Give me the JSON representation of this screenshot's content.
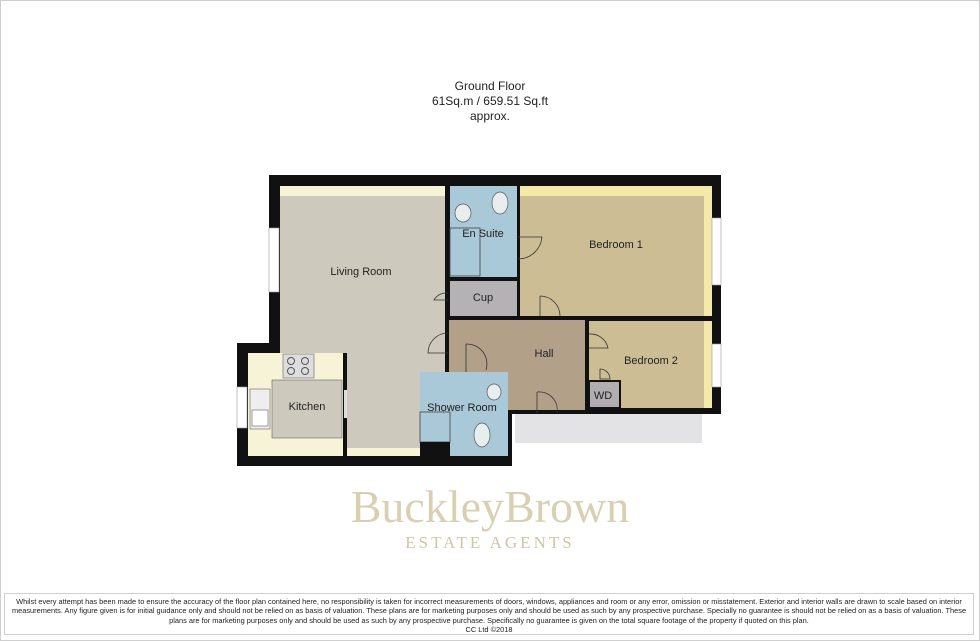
{
  "header": {
    "floor_name": "Ground Floor",
    "area": "61Sq.m / 659.51 Sq.ft",
    "approx": "approx."
  },
  "rooms": {
    "living_room": "Living Room",
    "en_suite": "En Suite",
    "bedroom_1": "Bedroom 1",
    "cup": "Cup",
    "hall": "Hall",
    "bedroom_2": "Bedroom 2",
    "kitchen": "Kitchen",
    "shower_room": "Shower Room",
    "wd": "WD"
  },
  "watermark": {
    "brand": "BuckleyBrown",
    "tagline": "ESTATE AGENTS"
  },
  "colors": {
    "wall": "#111111",
    "living": "#cdc9bc",
    "bathroom": "#a9c8d8",
    "bedroom": "#cdbd95",
    "hall": "#b3a089",
    "cupboard": "#b4b2b5",
    "cream": "#f6f3d6"
  },
  "footer": {
    "disclaimer": "Whilst every attempt has been made to ensure the accuracy of the floor plan contained here, no responsibility is taken for incorrect measurements of doors, windows, appliances and room or any error, omission or misstatement. Exterior and interior walls are drawn to scale based on interior measurements. Any figure given is for initial guidance only and should not be relied on as basis of valuation. These plans are for marketing purposes only and should be used as such by any prospective purchase. Specially no guarantee is should not be relied on as a basis of valuation. These plans are for marketing purposes only and should be used as such by any prospective purchase. Specifically no guarantee is given on the total square footage of the property if quoted on this plan.",
    "copyright": "CC Ltd ©2018"
  }
}
